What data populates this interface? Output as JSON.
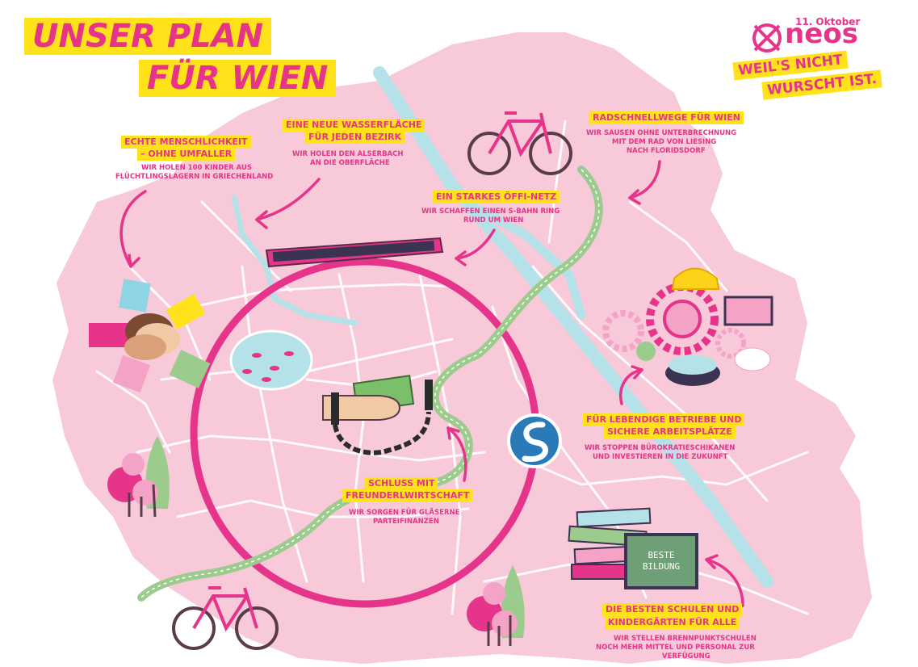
{
  "title": {
    "line1": "UNSER PLAN",
    "line2": "FÜR WIEN"
  },
  "logo": {
    "date": "11. Oktober",
    "brand": "neos",
    "slogan1": "WEIL'S NICHT",
    "slogan2": "WURSCHT IST."
  },
  "colors": {
    "map": "#f8c9d8",
    "pink": "#e5348a",
    "yellow": "#ffe21a",
    "river": "#b4e2e8",
    "green": "#9ccb8e"
  },
  "points": [
    {
      "id": "humanity",
      "head1": "ECHTE MENSCHLICHKEIT",
      "head2": "– OHNE UMFALLER",
      "text1": "WIR HOLEN 100 KINDER AUS",
      "text2": "FLÜCHTLINGSLAGERN IN GRIECHENLAND"
    },
    {
      "id": "water",
      "head1": "EINE NEUE WASSERFLÄCHE",
      "head2": "FÜR JEDEN BEZIRK",
      "text1": "WIR HOLEN DEN ALSERBACH",
      "text2": "AN DIE OBERFLÄCHE"
    },
    {
      "id": "transit",
      "head1": "EIN STARKES ÖFFI-NETZ",
      "text1": "WIR SCHAFFEN EINEN S-BAHN RING",
      "text2": "RUND UM WIEN"
    },
    {
      "id": "bike",
      "head1": "RADSCHNELLWEGE FÜR WIEN",
      "text1": "WIR SAUSEN OHNE UNTERBRECHNUNG",
      "text2": "MIT DEM RAD VON LIESING",
      "text3": "NACH FLORIDSDORF"
    },
    {
      "id": "business",
      "head1": "FÜR LEBENDIGE BETRIEBE UND",
      "head2": "SICHERE ARBEITSPLÄTZE",
      "text1": "WIR STOPPEN BÜROKRATIESCHIKANEN",
      "text2": "UND INVESTIEREN IN DIE ZUKUNFT"
    },
    {
      "id": "corruption",
      "head1": "SCHLUSS MIT",
      "head2": "FREUNDERLWIRTSCHAFT",
      "text1": "WIR SORGEN FÜR GLÄSERNE",
      "text2": "PARTEIFINANZEN"
    },
    {
      "id": "education",
      "head1": "DIE BESTEN SCHULEN UND",
      "head2": "KINDERGÄRTEN FÜR ALLE",
      "text1": "WIR STELLEN BRENNPUNKTSCHULEN",
      "text2": "NOCH MEHR MITTEL UND PERSONAL ZUR",
      "text3": "VERFÜGUNG"
    }
  ],
  "board": {
    "line1": "BESTE",
    "line2": "BILDUNG"
  },
  "icons": [
    "hands-icon",
    "fish-pond-icon",
    "tram-icon",
    "bicycle-icon",
    "gears-icon",
    "handcuffs-money-icon",
    "s-bahn-icon",
    "books-icon",
    "chalkboard-icon",
    "trees-icon"
  ]
}
